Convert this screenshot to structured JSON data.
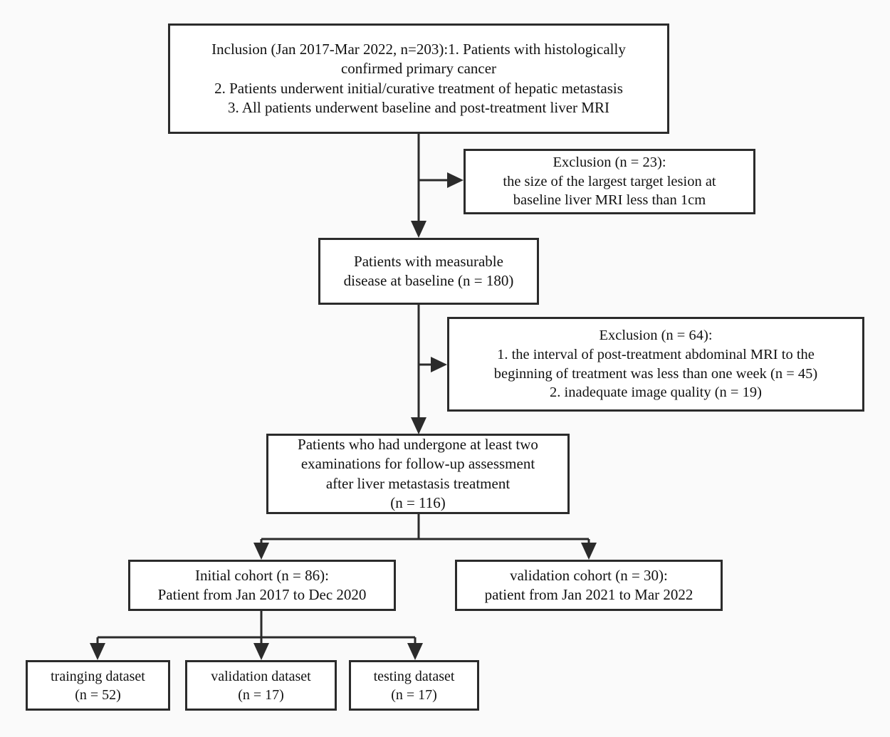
{
  "diagram": {
    "title": "Patient selection flow diagram",
    "type": "flowchart",
    "background_color": "#fafafa",
    "box_border_color": "#2b2b2b",
    "box_fill_color": "#ffffff",
    "connector_color": "#2b2b2b"
  },
  "nodes": {
    "inclusion": {
      "id": "inclusion",
      "lines": [
        "Inclusion (Jan 2017-Mar 2022, n=203):1. Patients with histologically",
        "confirmed primary cancer",
        "2.  Patients underwent initial/curative treatment of hepatic metastasis",
        "3. All patients underwent baseline and post-treatment liver MRI"
      ]
    },
    "exclusion_1": {
      "id": "exclusion_1",
      "lines": [
        "Exclusion (n = 23):",
        "the size of the largest target lesion at",
        "baseline liver MRI less than 1cm"
      ]
    },
    "measurable": {
      "id": "measurable",
      "lines": [
        "Patients with measurable",
        "disease at baseline (n = 180)"
      ]
    },
    "exclusion_2": {
      "id": "exclusion_2",
      "lines": [
        "Exclusion (n = 64):",
        "1. the interval of post-treatment abdominal MRI to the",
        "beginning of treatment was less than one week (n = 45)",
        "2. inadequate image quality (n = 19)"
      ]
    },
    "followup": {
      "id": "followup",
      "lines": [
        "Patients who had undergone at least two",
        "examinations for follow-up assessment",
        "after liver metastasis treatment",
        "(n = 116)"
      ]
    },
    "initial_cohort": {
      "id": "initial_cohort",
      "lines": [
        "Initial cohort (n = 86):",
        "Patient from Jan 2017 to Dec 2020"
      ]
    },
    "validation_cohort": {
      "id": "validation_cohort",
      "lines": [
        "validation cohort (n = 30):",
        "patient from Jan 2021 to Mar 2022"
      ]
    },
    "training_dataset": {
      "id": "training_dataset",
      "lines": [
        "trainging dataset",
        "(n = 52)"
      ]
    },
    "validation_dataset": {
      "id": "validation_dataset",
      "lines": [
        "validation dataset",
        "(n = 17)"
      ]
    },
    "testing_dataset": {
      "id": "testing_dataset",
      "lines": [
        "testing dataset",
        "(n = 17)"
      ]
    }
  },
  "counts": {
    "inclusion_n": 203,
    "exclusion_1_n": 23,
    "measurable_n": 180,
    "exclusion_2_n": 64,
    "exclusion_2_interval_n": 45,
    "exclusion_2_quality_n": 19,
    "followup_n": 116,
    "initial_cohort_n": 86,
    "validation_cohort_n": 30,
    "training_dataset_n": 52,
    "validation_dataset_n": 17,
    "testing_dataset_n": 17
  },
  "edges": [
    {
      "from": "inclusion",
      "to": "measurable",
      "kind": "vertical-arrow"
    },
    {
      "from": "inclusion",
      "to": "exclusion_1",
      "kind": "branch-right-arrow"
    },
    {
      "from": "measurable",
      "to": "followup",
      "kind": "vertical-arrow"
    },
    {
      "from": "measurable",
      "to": "exclusion_2",
      "kind": "branch-right-arrow"
    },
    {
      "from": "followup",
      "to": "initial_cohort",
      "kind": "split-arrow"
    },
    {
      "from": "followup",
      "to": "validation_cohort",
      "kind": "split-arrow"
    },
    {
      "from": "initial_cohort",
      "to": "training_dataset",
      "kind": "split-arrow"
    },
    {
      "from": "initial_cohort",
      "to": "validation_dataset",
      "kind": "split-arrow"
    },
    {
      "from": "initial_cohort",
      "to": "testing_dataset",
      "kind": "split-arrow"
    }
  ]
}
